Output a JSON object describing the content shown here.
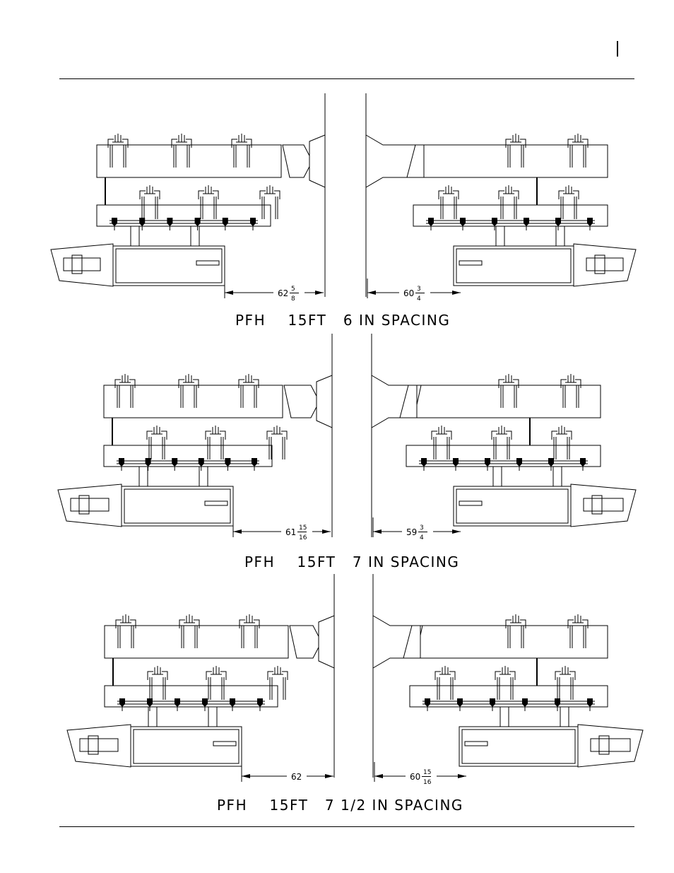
{
  "page": {
    "page_number": ""
  },
  "diagrams": [
    {
      "title": "PFH    15FT   6 IN SPACING",
      "left_dim": {
        "whole": "62",
        "num": "5",
        "den": "8"
      },
      "right_dim": {
        "whole": "60",
        "num": "3",
        "den": "4"
      }
    },
    {
      "title": "PFH    15FT   7 IN SPACING",
      "left_dim": {
        "whole": "61",
        "num": "15",
        "den": "16"
      },
      "right_dim": {
        "whole": "59",
        "num": "3",
        "den": "4"
      }
    },
    {
      "title": "PFH    15FT   7 1/2 IN SPACING",
      "left_dim": {
        "whole": "62",
        "num": "",
        "den": ""
      },
      "right_dim": {
        "whole": "60",
        "num": "15",
        "den": "16"
      }
    }
  ]
}
